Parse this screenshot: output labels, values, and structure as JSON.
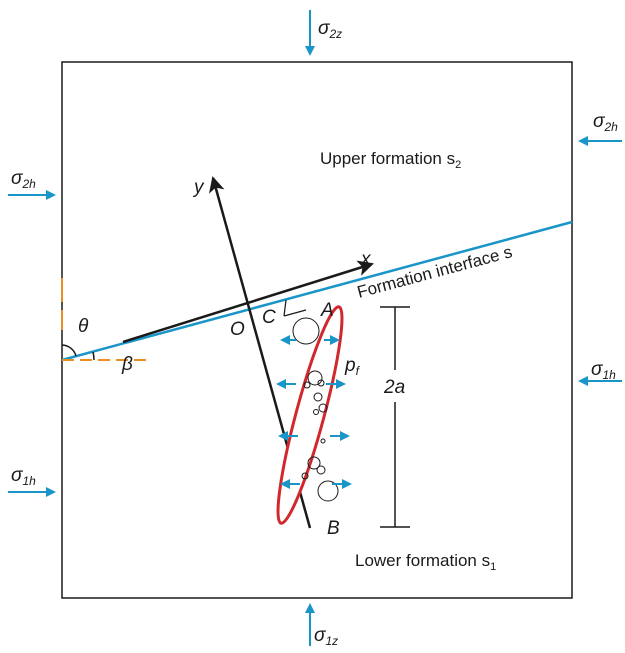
{
  "labels": {
    "upper_formation": "Upper formation s",
    "upper_formation_sub": "2",
    "lower_formation": "Lower formation s",
    "lower_formation_sub": "1",
    "interface": "Formation interface s",
    "axis_x": "x",
    "axis_y": "y",
    "origin": "O",
    "point_c": "C",
    "point_a": "A",
    "point_b": "B",
    "theta": "θ",
    "beta": "β",
    "pressure": "p",
    "pressure_sub": "f",
    "length": "2a"
  },
  "stresses": {
    "sigma_symbol": "σ",
    "top": "2z",
    "bottom": "1z",
    "left_upper": "2h",
    "left_lower": "1h",
    "right_upper": "2h",
    "right_lower": "1h"
  },
  "colors": {
    "arrow_blue": "#1a95c8",
    "fracture_red": "#d0282d",
    "interface_blue": "#1a95c8",
    "angle_orange": "#e8901e",
    "ink": "#1a1a1a"
  }
}
